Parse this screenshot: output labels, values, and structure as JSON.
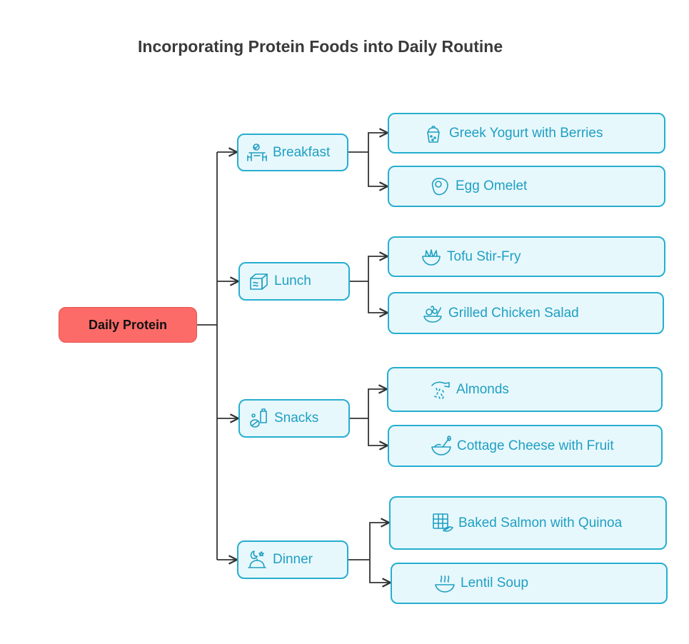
{
  "title": "Incorporating Protein Foods into Daily Routine",
  "root": {
    "label": "Daily Protein"
  },
  "categories": [
    {
      "label": "Breakfast",
      "icon": "dining-table-icon",
      "items": [
        {
          "label": "Greek Yogurt with Berries",
          "icon": "yogurt-cup-icon"
        },
        {
          "label": "Egg Omelet",
          "icon": "egg-icon"
        }
      ]
    },
    {
      "label": "Lunch",
      "icon": "lunchbox-icon",
      "items": [
        {
          "label": "Tofu Stir-Fry",
          "icon": "stir-fry-bowl-icon"
        },
        {
          "label": "Grilled Chicken Salad",
          "icon": "salad-bowl-icon"
        }
      ]
    },
    {
      "label": "Snacks",
      "icon": "snack-icon",
      "items": [
        {
          "label": "Almonds",
          "icon": "almonds-icon"
        },
        {
          "label": "Cottage Cheese with Fruit",
          "icon": "bowl-spoon-icon"
        }
      ]
    },
    {
      "label": "Dinner",
      "icon": "night-meal-icon",
      "items": [
        {
          "label": "Baked Salmon with Quinoa",
          "icon": "baking-tray-icon"
        },
        {
          "label": "Lentil Soup",
          "icon": "soup-bowl-icon"
        }
      ]
    }
  ],
  "colors": {
    "root_fill": "#fd6b68",
    "node_fill": "#e7f8fd",
    "node_border": "#26aed0",
    "text": "#1f9fc2",
    "connector": "#333333"
  }
}
